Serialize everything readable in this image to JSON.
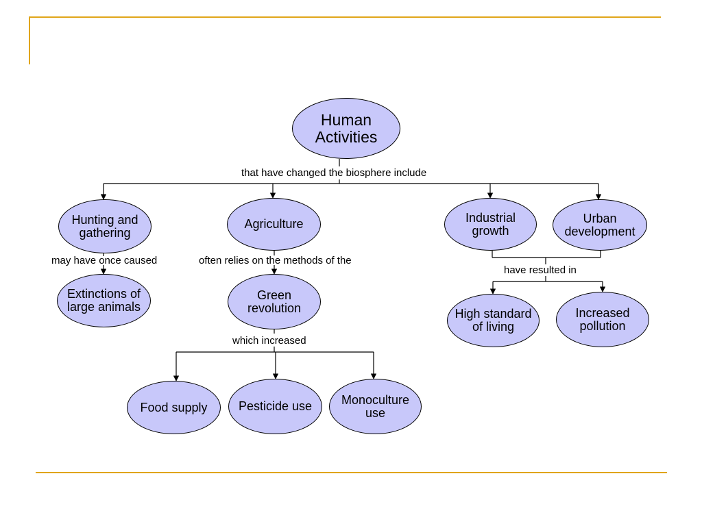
{
  "nodes": {
    "human": "Human\nActivities",
    "hunting": "Hunting and\ngathering",
    "agriculture": "Agriculture",
    "industrial": "Industrial\ngrowth",
    "urban": "Urban\ndevelopment",
    "extinctions": "Extinctions of\nlarge animals",
    "green": "Green\nrevolution",
    "high": "High standard\nof living",
    "pollution": "Increased\npollution",
    "food": "Food supply",
    "pesticide": "Pesticide use",
    "monoculture": "Monoculture\nuse"
  },
  "links": {
    "include": "that have changed the biosphere include",
    "caused": "may have once caused",
    "relies": "often relies on the methods of the",
    "resulted": "have resulted in",
    "increased": "which increased"
  },
  "colors": {
    "node_fill": "#c8c8fa",
    "frame_accent": "#e0a519"
  }
}
